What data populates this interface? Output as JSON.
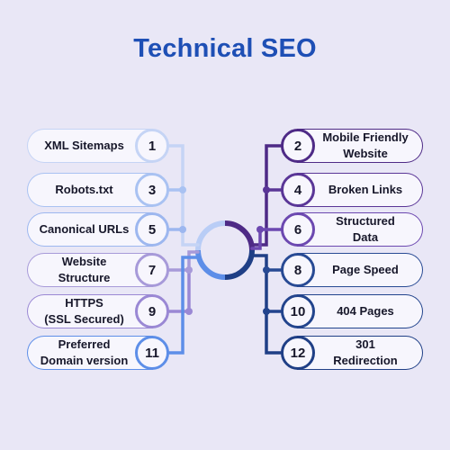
{
  "title": "Technical SEO",
  "colors": {
    "title": "#1e4fb5",
    "left_light": "#b9cdf6",
    "left_purple": "#a79ad9",
    "left_blue": "#5d8ee8",
    "right_purple": "#4e2a86",
    "right_violet": "#6c48b0",
    "right_navy": "#1f3f86"
  },
  "left_items": [
    {
      "number": "1",
      "label": "XML Sitemaps",
      "color": "#c5d4f5"
    },
    {
      "number": "3",
      "label": "Robots.txt",
      "color": "#a9c2f2"
    },
    {
      "number": "5",
      "label": "Canonical URLs",
      "color": "#9db7ef"
    },
    {
      "number": "7",
      "label": "Website\nStructure",
      "color": "#a79ad9"
    },
    {
      "number": "9",
      "label": "HTTPS\n(SSL Secured)",
      "color": "#9a88d4"
    },
    {
      "number": "11",
      "label": "Preferred\nDomain version",
      "color": "#5d8ee8"
    }
  ],
  "right_items": [
    {
      "number": "2",
      "label": "Mobile Friendly\nWebsite",
      "color": "#4e2a86"
    },
    {
      "number": "4",
      "label": "Broken Links",
      "color": "#5a3697"
    },
    {
      "number": "6",
      "label": "Structured\nData",
      "color": "#6c48b0"
    },
    {
      "number": "8",
      "label": "Page Speed",
      "color": "#284a94"
    },
    {
      "number": "10",
      "label": "404 Pages",
      "color": "#22448d"
    },
    {
      "number": "12",
      "label": "301\nRedirection",
      "color": "#1f3f86"
    }
  ]
}
